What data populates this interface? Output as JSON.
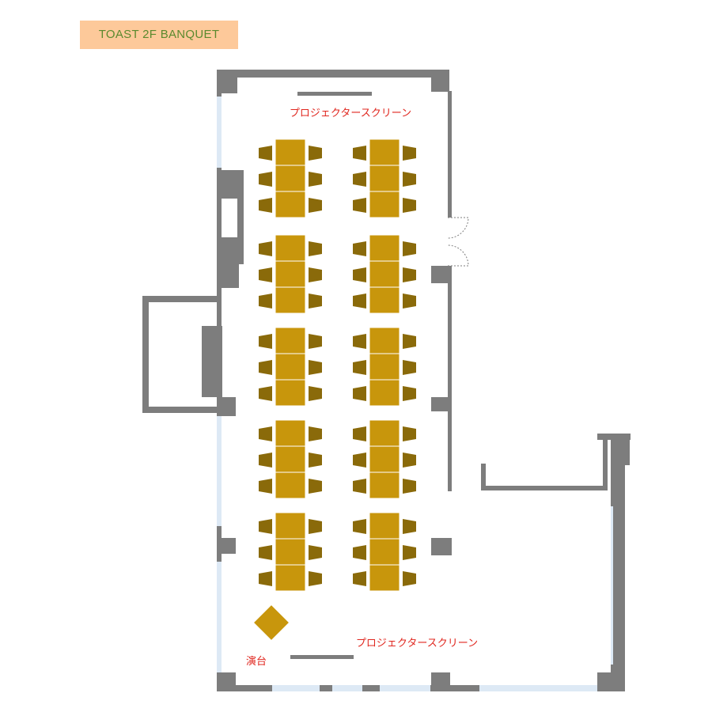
{
  "header": {
    "title": "TOAST 2F BANQUET"
  },
  "labels": {
    "screen_top": "プロジェクタースクリーン",
    "screen_bottom": "プロジェクタースクリーン",
    "podium": "演台"
  },
  "layout": {
    "table_groups_per_column": 5,
    "columns": 2,
    "tables_per_group": 3,
    "chairs_per_side": 3
  },
  "colors": {
    "wall": "#7d7d7d",
    "table": "#c8960c",
    "chair": "#8a6a0a",
    "window": "#dde9f5",
    "label_red": "#e0271f",
    "title_bg": "#fdc99a",
    "title_text": "#5b8a2e"
  }
}
